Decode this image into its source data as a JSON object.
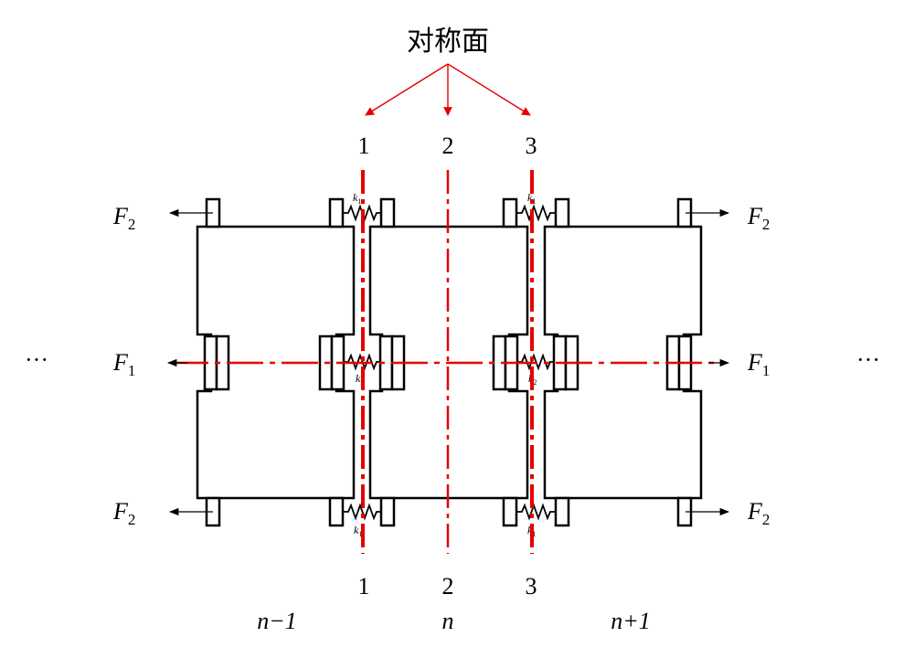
{
  "title": "对称面",
  "plane_numbers_top": [
    "1",
    "2",
    "3"
  ],
  "plane_numbers_bottom": [
    "1",
    "2",
    "3"
  ],
  "cell_labels": [
    "n−1",
    "n",
    "n+1"
  ],
  "forces": {
    "F2": {
      "main": "F",
      "sub": "2"
    },
    "F1": {
      "main": "F",
      "sub": "1"
    }
  },
  "springs": {
    "k1": {
      "main": "k",
      "sub": "1"
    },
    "k2": {
      "main": "k",
      "sub": "2"
    }
  },
  "ellipsis": "···",
  "colors": {
    "symmetry_line": "#e60000",
    "structure": "#000000",
    "background": "#ffffff"
  }
}
